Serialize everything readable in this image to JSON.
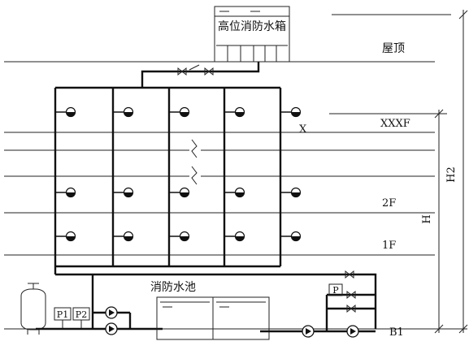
{
  "tank_label": "高位消防水箱",
  "floor_labels": {
    "roof": "屋顶",
    "top": "XXXF",
    "second": "2F",
    "first": "1F",
    "basement": "B1"
  },
  "dim_labels": {
    "h": "H",
    "h2": "H2"
  },
  "hydrant_marker": "X",
  "pool_label": "消防水池",
  "pressure_labels": {
    "p1": "P1",
    "p2": "P2",
    "p": "P"
  }
}
